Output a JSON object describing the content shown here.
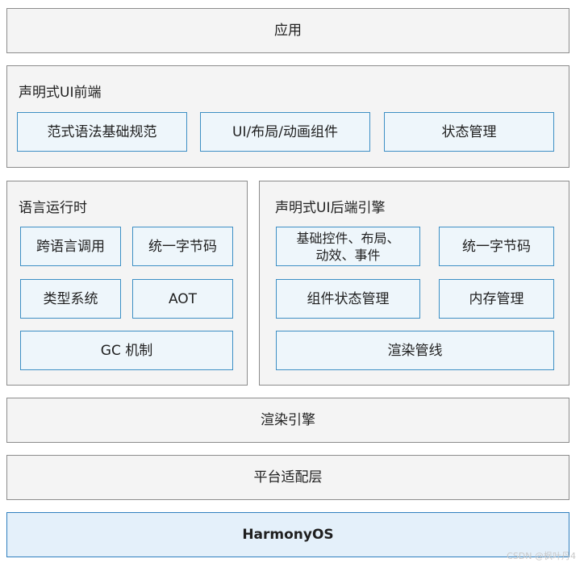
{
  "layers": {
    "app": "应用",
    "declarative_frontend": {
      "title": "声明式UI前端",
      "items": [
        "范式语法基础规范",
        "UI/布局/动画组件",
        "状态管理"
      ]
    },
    "runtime": {
      "title": "语言运行时",
      "items": [
        "跨语言调用",
        "统一字节码",
        "类型系统",
        "AOT",
        "GC 机制"
      ]
    },
    "backend_engine": {
      "title": "声明式UI后端引擎",
      "items": [
        "基础控件、布局、\n动效、事件",
        "统一字节码",
        "组件状态管理",
        "内存管理",
        "渲染管线"
      ]
    },
    "render_engine": "渲染引擎",
    "platform_adapter": "平台适配层",
    "os": "HarmonyOS"
  },
  "watermark": "CSDN @枫叶丹4",
  "colors": {
    "layer_bg": "#f4f4f4",
    "layer_border": "#8c8c8c",
    "inner_bg": "#eef6fb",
    "inner_border": "#3d8fc4",
    "os_bg": "#e4f0fa"
  }
}
